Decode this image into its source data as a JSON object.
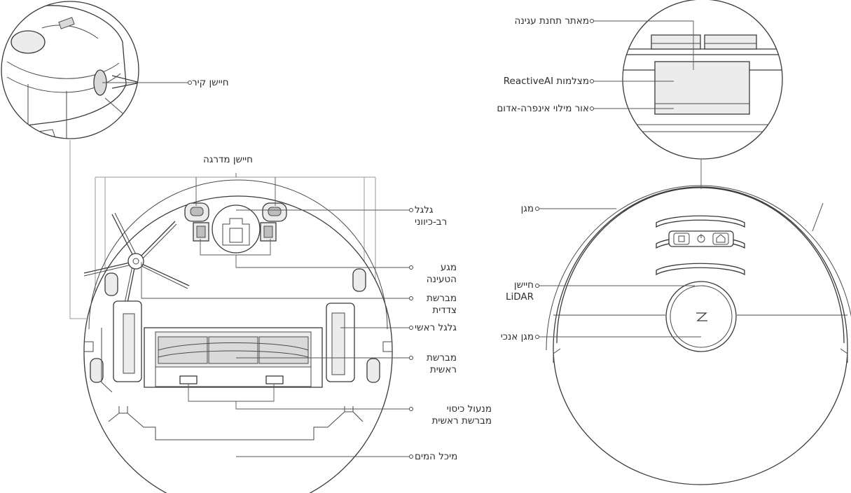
{
  "labels": {
    "wall_sensor": "חיישן קיר",
    "cliff_sensor": "חיישן מדרגה",
    "omni_wheel_line1": "גלגל",
    "omni_wheel_line2": "רב-כיווני",
    "charging_contacts_line1": "מגע",
    "charging_contacts_line2": "הטעינה",
    "side_brush_line1": "מברשת",
    "side_brush_line2": "צדדית",
    "main_wheel": "גלגל ראשי",
    "main_brush_line1": "מברשת",
    "main_brush_line2": "ראשית",
    "brush_cover_latch_line1": "מנעול כיסוי",
    "brush_cover_latch_line2": "מברשת ראשית",
    "water_tank": "מיכל המים",
    "dock_locator": "מאתר תחנת עגינה",
    "reactive_cameras": "מצלמות ReactiveAI",
    "ir_fill_light": "אור מילוי אינפרה-אדום",
    "bumper": "מגן",
    "lidar_line1": "חיישן",
    "lidar_line2": "LiDAR",
    "vertical_bumper": "מגן אנכי"
  },
  "icons": {
    "top_buttons": [
      "spot-clean-icon",
      "power-icon",
      "home-icon"
    ],
    "logo": "brand-logo-icon"
  }
}
